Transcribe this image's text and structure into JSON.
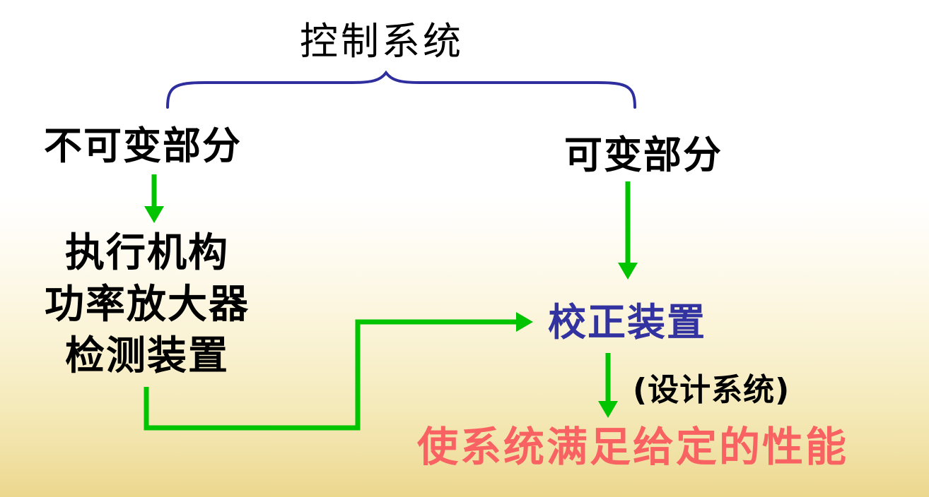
{
  "title": "控制系统",
  "left": {
    "label": "不可变部分",
    "items": [
      "执行机构",
      "功率放大器",
      "检测装置"
    ]
  },
  "right": {
    "label": "可变部分",
    "node": "校正装置",
    "note": "(设计系统)",
    "result": "使系统满足给定的性能"
  },
  "colors": {
    "brace": "#2e2e9e",
    "arrow_green": "#00c400",
    "node_blue": "#3232a0",
    "result_red": "#f96262",
    "text_black": "#000000",
    "background_bottom": "#ecd78d",
    "background_top": "#ffffff"
  }
}
